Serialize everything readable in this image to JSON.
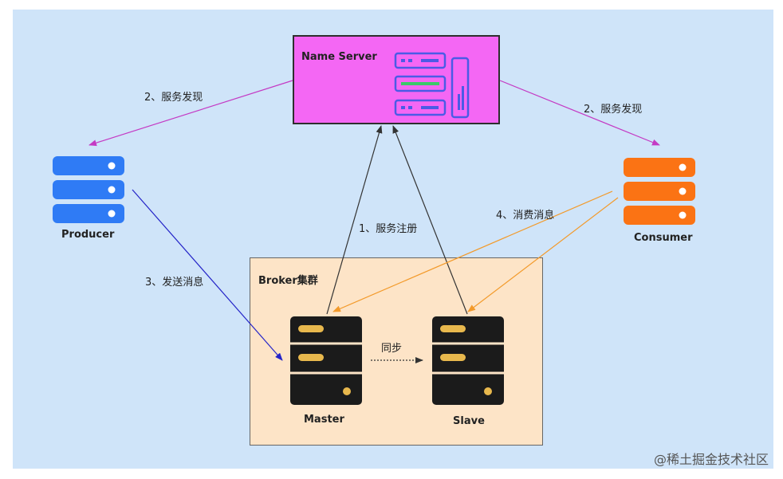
{
  "nodes": {
    "name_server": "Name Server",
    "producer": "Producer",
    "consumer": "Consumer",
    "broker_cluster": "Broker集群",
    "master": "Master",
    "slave": "Slave"
  },
  "edges": {
    "discover_left": "2、服务发现",
    "discover_right": "2、服务发现",
    "register": "1、服务注册",
    "send": "3、发送消息",
    "consume": "4、消费消息",
    "sync": "同步"
  },
  "footer": "@稀土掘金技术社区",
  "colors": {
    "canvas_bg": "#cfe4f9",
    "name_server_bg": "#f467f4",
    "broker_bg": "#fde4c7",
    "producer": "#2f7bf5",
    "consumer": "#fb7314",
    "server_dark": "#1b1b1b",
    "server_slot": "#e8b84d",
    "arrow_magenta": "#c43ac4",
    "arrow_blue": "#2424c8",
    "arrow_orange": "#f39a2a",
    "arrow_dark": "#333333"
  }
}
